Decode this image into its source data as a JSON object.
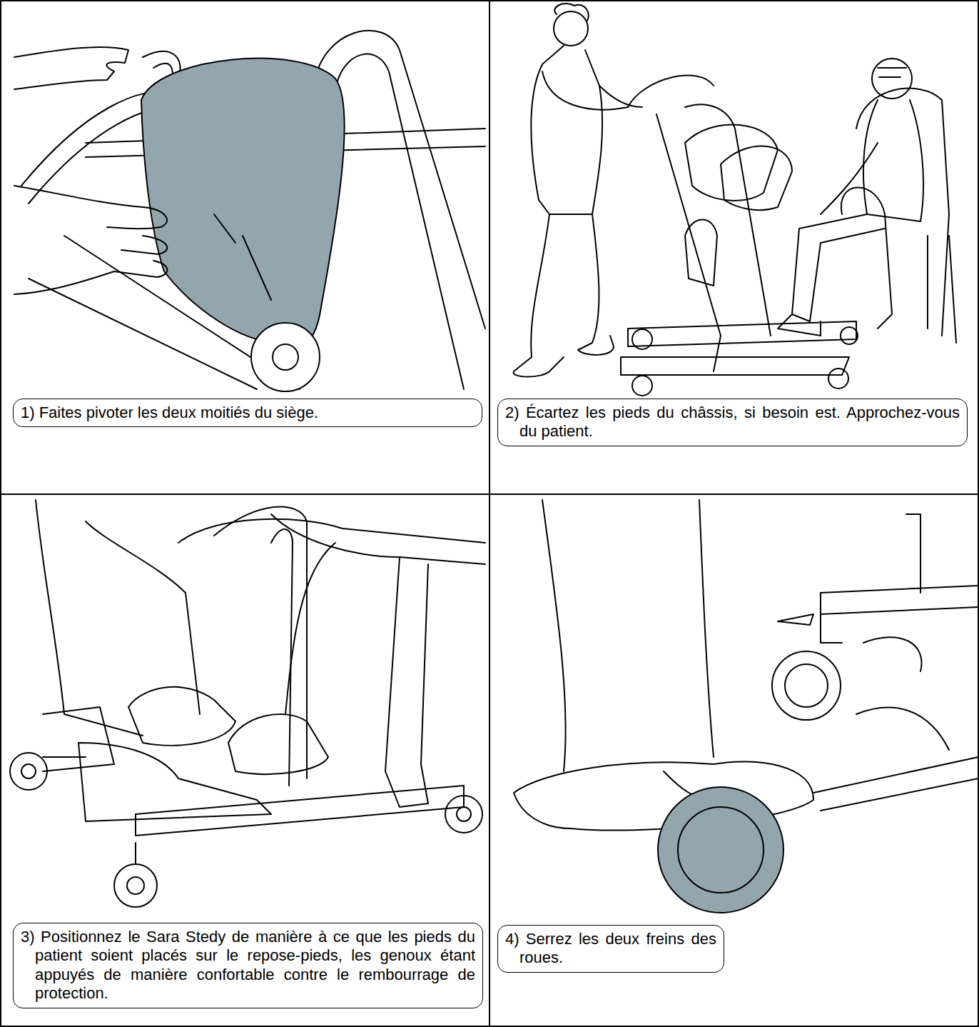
{
  "diagram": {
    "nodes": [
      {
        "text": [
          "1) Faites pivoter les deux moitiés du siège."
        ]
      },
      {
        "text": [
          "2) Écartez les pieds du châssis, si besoin est. Approchez-vous du patient."
        ]
      },
      {
        "text": [
          "3) Positionnez le Sara Stedy de manière à ce que les pieds du patient soient placés sur le repose-pieds, les genoux étant appuyés de manière confortable contre le rembourrage de protection."
        ]
      },
      {
        "text": [
          "4) Serrez les deux freins des roues."
        ]
      }
    ]
  }
}
